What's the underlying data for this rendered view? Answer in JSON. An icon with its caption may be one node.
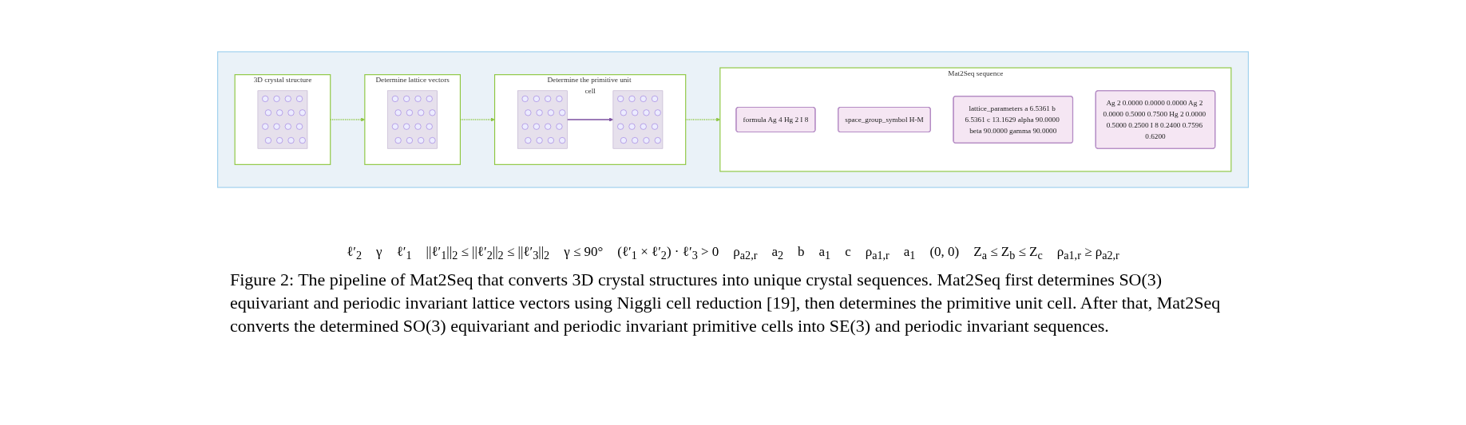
{
  "diagram": {
    "caption": "Figure 2: The pipeline of Mat2Seq that converts 3D crystal structures into unique crystal sequences. Mat2Seq first determines SO(3) equivariant and periodic invariant lattice vectors using Niggli cell reduction [19], then determines the primitive unit cell. After that, Mat2Seq converts the determined SO(3) equivariant and periodic invariant primitive cells into SE(3) and periodic invariant sequences.",
    "nodes": [
      {
        "text": [],
        "shape": "box"
      },
      {
        "text": [
          "3D crystal structure"
        ],
        "in": 0
      },
      {
        "text": [],
        "shape": "picture",
        "in": 1
      },
      {
        "text": [
          "Determine lattice vectors"
        ],
        "in": 0
      },
      {
        "text": [],
        "shape": "picture",
        "in": 3
      },
      {
        "text": [
          "Determine the primitive unit cell"
        ],
        "in": 0
      },
      {
        "text": [],
        "shape": "picture",
        "in": 5
      },
      {
        "text": [],
        "shape": "picture",
        "in": 5
      },
      {
        "text": [
          "Mat2Seq sequence"
        ],
        "in": 0
      },
      {
        "text": [
          "formula Ag 4 Hg 2 I 8"
        ],
        "in": 8
      },
      {
        "text": [
          "space_group_symbol H-M"
        ],
        "in": 8
      },
      {
        "text": [
          "lattice_parameters a 6.5361 b 6.5361 c 13.1629 alpha 90.0000 beta 90.0000 gamma 90.0000"
        ],
        "in": 8
      },
      {
        "text": [
          "Ag 2 0.0000 0.0000 0.0000 Ag 2 0.0000 0.5000 0.7500 Hg 2 0.0000 0.5000 0.2500 I 8 0.2400 0.7596 0.6200"
        ],
        "in": 8
      }
    ],
    "edges": [
      {
        "from": 1,
        "to": 3,
        "arrow": "to",
        "style": "dashed"
      },
      {
        "from": 3,
        "to": 5,
        "arrow": "to",
        "style": "dashed"
      },
      {
        "from": 6,
        "to": 7,
        "arrow": "to",
        "color": "#7b4fa0"
      },
      {
        "from": 5,
        "to": 8,
        "arrow": "to",
        "style": "dashed"
      }
    ],
    "labels": [
      "ℓ′$_{2}$",
      "γ",
      "ℓ′$_{1}$",
      "||ℓ′$_{1}$||$_{2}$ ≤ ||ℓ′$_{2}$||$_{2}$ ≤ ||ℓ′$_{3}$||$_{2}$",
      "γ ≤ 90°",
      "(ℓ′$_{1}$ × ℓ′$_{2}$) · ℓ′$_{3}$ > 0",
      "ρ$_{a2,r}$",
      "a$_{2}$",
      "b",
      "a$_{1}$",
      "c",
      "ρ$_{a1,r}$",
      "a$_{1}$",
      "(0, 0)",
      "Z$_{a}$ ≤ Z$_{b}$ ≤ Z$_{c}$",
      "ρ$_{a1,r}$ ≥ ρ$_{a2,r}$"
    ]
  }
}
